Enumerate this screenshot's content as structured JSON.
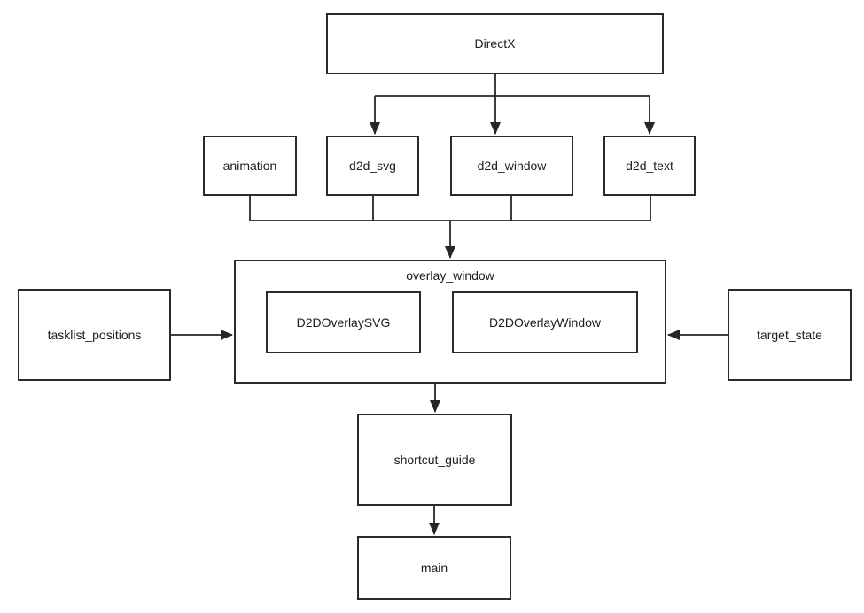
{
  "diagram": {
    "type": "dependency-flowchart",
    "nodes": {
      "directx": {
        "label": "DirectX"
      },
      "animation": {
        "label": "animation"
      },
      "d2d_svg": {
        "label": "d2d_svg"
      },
      "d2d_window": {
        "label": "d2d_window"
      },
      "d2d_text": {
        "label": "d2d_text"
      },
      "overlay_window": {
        "label": "overlay_window"
      },
      "d2d_overlay_svg": {
        "label": "D2DOverlaySVG"
      },
      "d2d_overlay_window": {
        "label": "D2DOverlayWindow"
      },
      "tasklist_positions": {
        "label": "tasklist_positions"
      },
      "target_state": {
        "label": "target_state"
      },
      "shortcut_guide": {
        "label": "shortcut_guide"
      },
      "main": {
        "label": "main"
      }
    },
    "containment": [
      {
        "parent": "overlay_window",
        "children": [
          "d2d_overlay_svg",
          "d2d_overlay_window"
        ]
      }
    ],
    "edges": [
      {
        "from": "directx",
        "to": "d2d_svg"
      },
      {
        "from": "directx",
        "to": "d2d_window"
      },
      {
        "from": "directx",
        "to": "d2d_text"
      },
      {
        "from": "animation",
        "to": "overlay_window"
      },
      {
        "from": "d2d_svg",
        "to": "overlay_window"
      },
      {
        "from": "d2d_window",
        "to": "overlay_window"
      },
      {
        "from": "d2d_text",
        "to": "overlay_window"
      },
      {
        "from": "tasklist_positions",
        "to": "overlay_window"
      },
      {
        "from": "target_state",
        "to": "overlay_window"
      },
      {
        "from": "overlay_window",
        "to": "shortcut_guide"
      },
      {
        "from": "shortcut_guide",
        "to": "main"
      }
    ]
  },
  "colors": {
    "background": "#ffffff",
    "line": "#262626",
    "border": "#2b2b2b",
    "text": "#1c1c1c"
  }
}
